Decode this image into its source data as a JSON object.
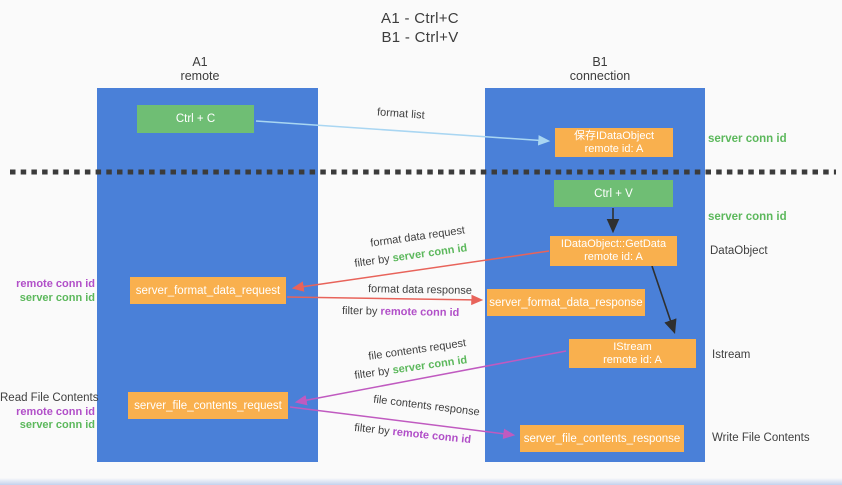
{
  "colors": {
    "column_blue": "#4a80d8",
    "green_box": "#6fbe74",
    "orange_box": "#f9b04e",
    "arrow_light_blue": "#a9d6f2",
    "arrow_red": "#e8635a",
    "arrow_magenta": "#c05ac0",
    "arrow_black": "#2f2f2f",
    "text_green": "#5cb85c",
    "text_purple": "#b14fc8",
    "text_dark": "#3f3f3f"
  },
  "title": {
    "line1": "A1 - Ctrl+C",
    "line2": "B1 - Ctrl+V"
  },
  "columns": {
    "left": {
      "name": "A1",
      "subtitle": "remote"
    },
    "right": {
      "name": "B1",
      "subtitle": "connection"
    }
  },
  "nodes": {
    "ctrl_c": {
      "label": "Ctrl + C"
    },
    "ctrl_v": {
      "label": "Ctrl + V"
    },
    "save_idataobject": {
      "line1": "保存IDataObject",
      "line2": "remote id: A"
    },
    "getdata": {
      "line1": "IDataObject::GetData",
      "line2": "remote id: A"
    },
    "istream": {
      "line1": "IStream",
      "line2": "remote id: A"
    },
    "server_format_data_request": {
      "label": "server_format_data_request"
    },
    "server_format_data_response": {
      "label": "server_format_data_response"
    },
    "server_file_contents_request": {
      "label": "server_file_contents_request"
    },
    "server_file_contents_response": {
      "label": "server_file_contents_response"
    }
  },
  "edges": {
    "format_list": {
      "label": "format list"
    },
    "format_data_request": {
      "label": "format data request",
      "filter_prefix": "filter by",
      "filter_key": "server conn id"
    },
    "format_data_response": {
      "label": "format data response",
      "filter_prefix": "filter by",
      "filter_key": "remote conn id"
    },
    "file_contents_request": {
      "label": "file contents request",
      "filter_prefix": "filter by",
      "filter_key": "server conn id"
    },
    "file_contents_response": {
      "label": "file contents response",
      "filter_prefix": "filter by",
      "filter_key": "remote conn id"
    }
  },
  "side_labels": {
    "left_mid": {
      "remote": "remote conn id",
      "server": "server conn id"
    },
    "left_bottom": {
      "title": "Read File Contents",
      "remote": "remote conn id",
      "server": "server conn id"
    },
    "right_top_conn": "server conn id",
    "right_mid_conn": "server conn id",
    "right_dataobject": "DataObject",
    "right_istream": "Istream",
    "right_write": "Write File Contents"
  }
}
